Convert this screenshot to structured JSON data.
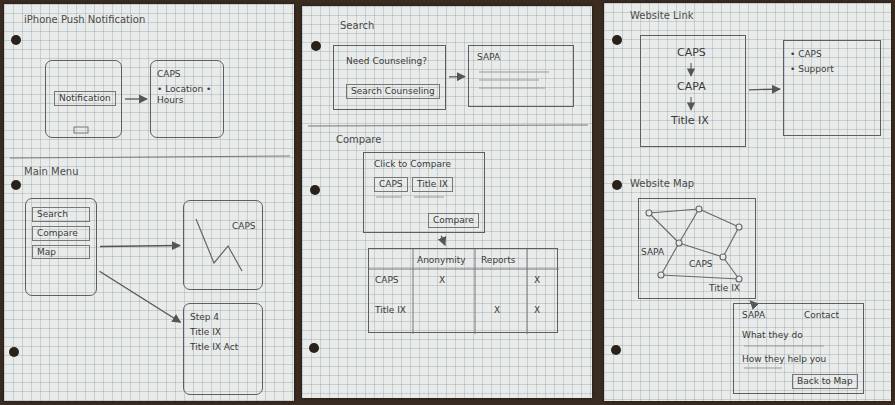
{
  "diagram": {
    "nodes": [
      {
        "text": [
          "Notification"
        ]
      },
      {
        "text": [
          "CAPS",
          "• Location • Hours"
        ]
      },
      {
        "text": [
          "Search",
          "Compare",
          "Map"
        ]
      },
      {
        "text": [
          "CAPS"
        ]
      },
      {
        "text": [
          "Step 4",
          "Title IX",
          "Title IX Act"
        ]
      },
      {
        "text": [
          "Need Counseling?",
          "Search Counseling"
        ]
      },
      {
        "text": [
          "SAPA"
        ]
      },
      {
        "text": [
          "Click to Compare",
          "CAPS",
          "Title IX",
          "Compare"
        ]
      },
      {
        "text": [
          "Anonymity",
          "Reports",
          "CAPS",
          "X",
          "X",
          "Title IX",
          "X",
          "X"
        ]
      },
      {
        "text": [
          "CAPS",
          "CAPA",
          "Title IX"
        ]
      },
      {
        "text": [
          "• CAPS",
          "• Support"
        ]
      },
      {
        "text": [
          "SAPA",
          "CAPS",
          "Title IX"
        ]
      },
      {
        "text": [
          "SAPA",
          "Contact",
          "What they do",
          "How they help you",
          "Back to Map"
        ]
      }
    ],
    "edges": [
      {
        "from": 0,
        "to": 1,
        "arrow": "to"
      },
      {
        "from": 2,
        "to": 3,
        "arrow": "to"
      },
      {
        "from": 2,
        "to": 4,
        "arrow": "to"
      },
      {
        "from": 5,
        "to": 6,
        "arrow": "to"
      },
      {
        "from": 7,
        "to": 8,
        "arrow": "to"
      },
      {
        "from": 9,
        "to": 10,
        "arrow": "to"
      },
      {
        "from": 11,
        "to": 12,
        "arrow": "to"
      }
    ],
    "labels": [
      "iPhone Push Notification",
      "Main Menu",
      "Search",
      "Compare",
      "Website Link",
      "Website Map"
    ]
  }
}
